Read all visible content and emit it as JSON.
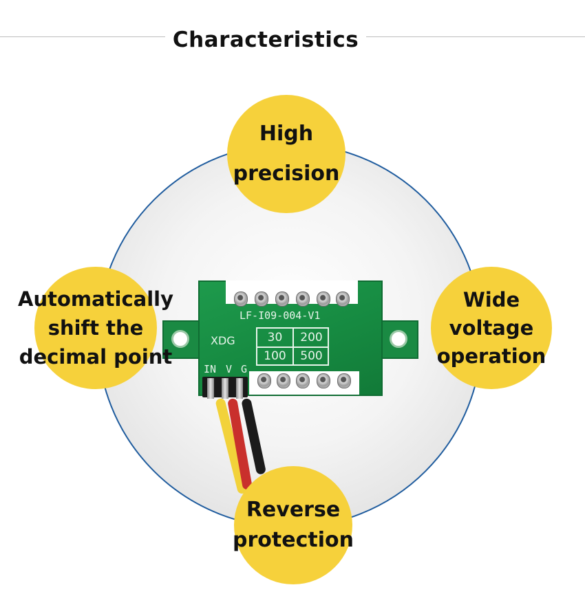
{
  "title": "Characteristics",
  "features": {
    "top": [
      "High",
      "precision"
    ],
    "left": [
      "Automatically",
      "shift the",
      "decimal point"
    ],
    "right": [
      "Wide",
      "voltage",
      "operation"
    ],
    "bottom": [
      "Reverse",
      "protection"
    ]
  },
  "board": {
    "model": "LF-I09-004-V1",
    "brand": "XDG",
    "ranges": [
      "30",
      "200",
      "100",
      "500"
    ],
    "pins": [
      "IN",
      "V",
      "G"
    ]
  },
  "colors": {
    "feature_fill": "#f6d13b",
    "circle_border": "#1f5c9e",
    "pcb_green": "#1a8a43"
  }
}
